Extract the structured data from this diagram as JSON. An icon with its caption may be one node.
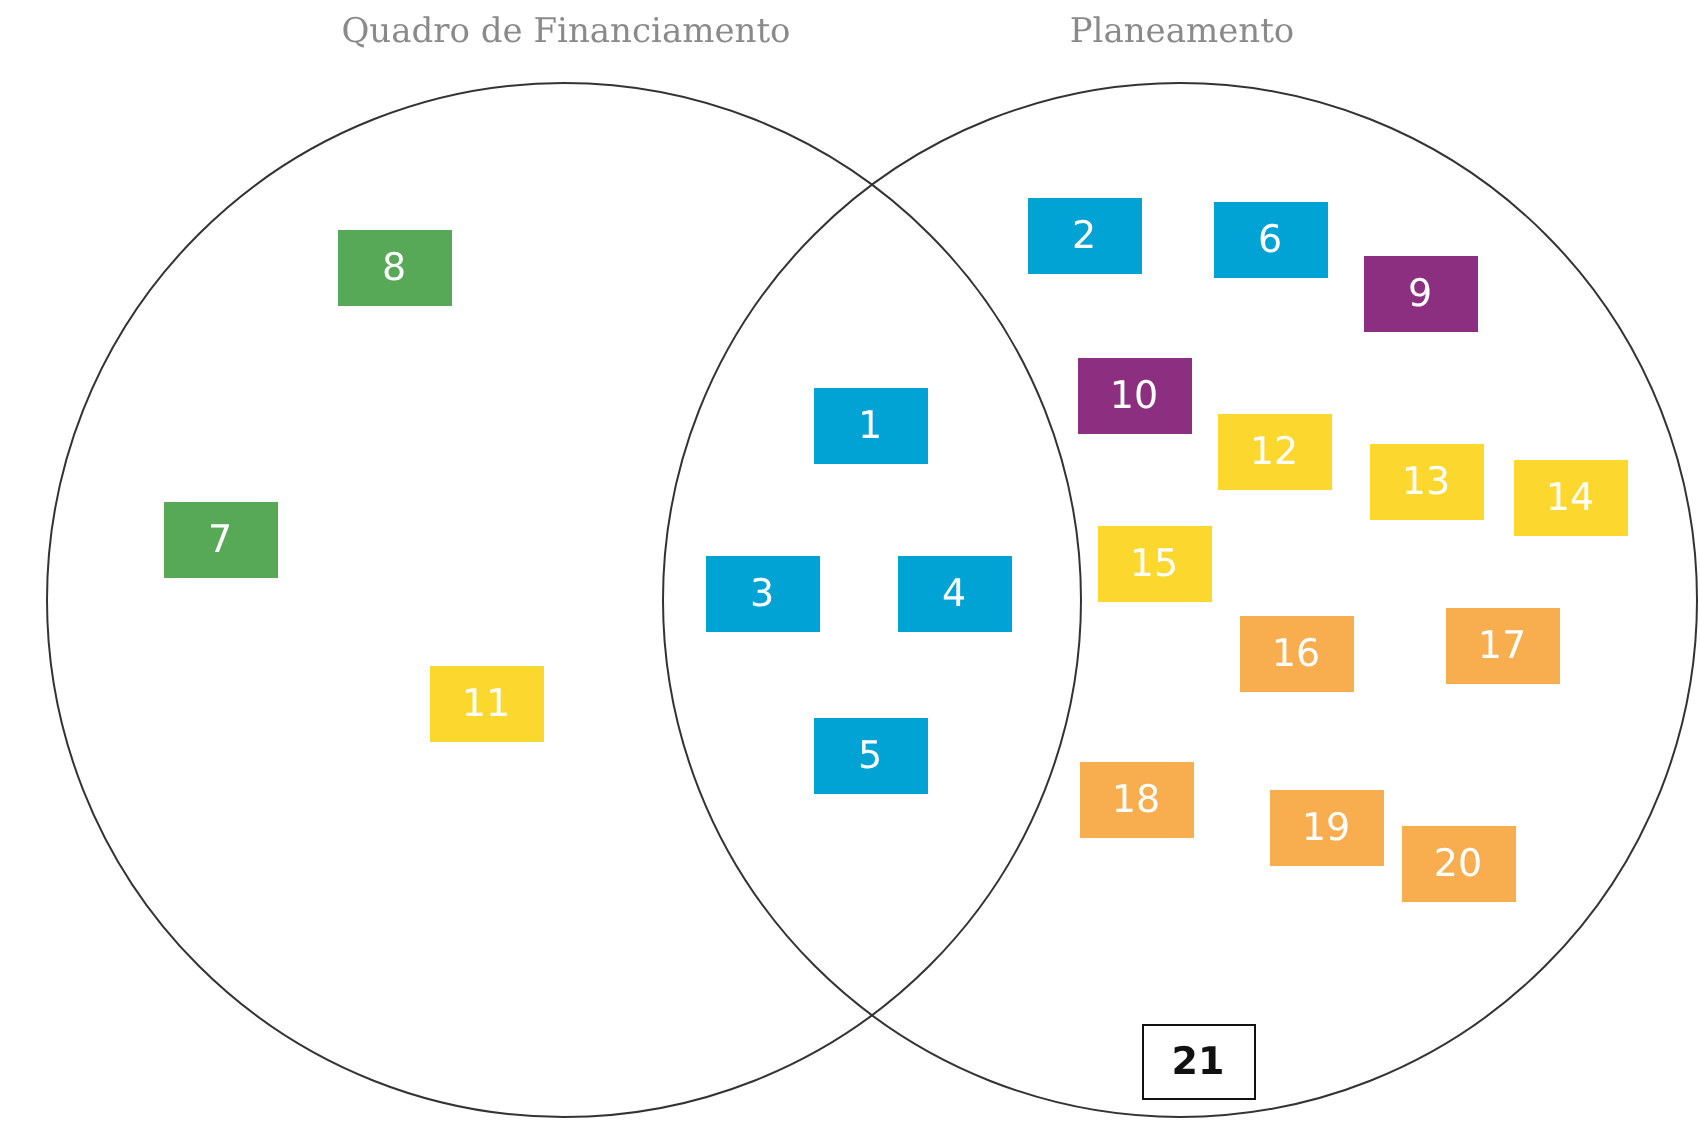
{
  "diagram": {
    "nodes": [
      {
        "text": [
          "Quadro de Financiamento"
        ]
      },
      {
        "text": [
          "Planeamento"
        ]
      },
      {
        "text": [
          "1"
        ]
      },
      {
        "text": [
          "2"
        ],
        "in": 1
      },
      {
        "text": [
          "3"
        ]
      },
      {
        "text": [
          "4"
        ]
      },
      {
        "text": [
          "5"
        ]
      },
      {
        "text": [
          "6"
        ],
        "in": 1
      },
      {
        "text": [
          "7"
        ],
        "in": 0
      },
      {
        "text": [
          "8"
        ],
        "in": 0
      },
      {
        "text": [
          "9"
        ],
        "in": 1
      },
      {
        "text": [
          "10"
        ],
        "in": 1
      },
      {
        "text": [
          "11"
        ],
        "in": 0
      },
      {
        "text": [
          "12"
        ],
        "in": 1
      },
      {
        "text": [
          "13"
        ],
        "in": 1
      },
      {
        "text": [
          "14"
        ],
        "in": 1
      },
      {
        "text": [
          "15"
        ],
        "in": 1
      },
      {
        "text": [
          "16"
        ],
        "in": 1
      },
      {
        "text": [
          "17"
        ],
        "in": 1
      },
      {
        "text": [
          "18"
        ],
        "in": 1
      },
      {
        "text": [
          "19"
        ],
        "in": 1
      },
      {
        "text": [
          "20"
        ],
        "in": 1
      },
      {
        "text": [
          "21"
        ],
        "in": 1
      }
    ]
  }
}
